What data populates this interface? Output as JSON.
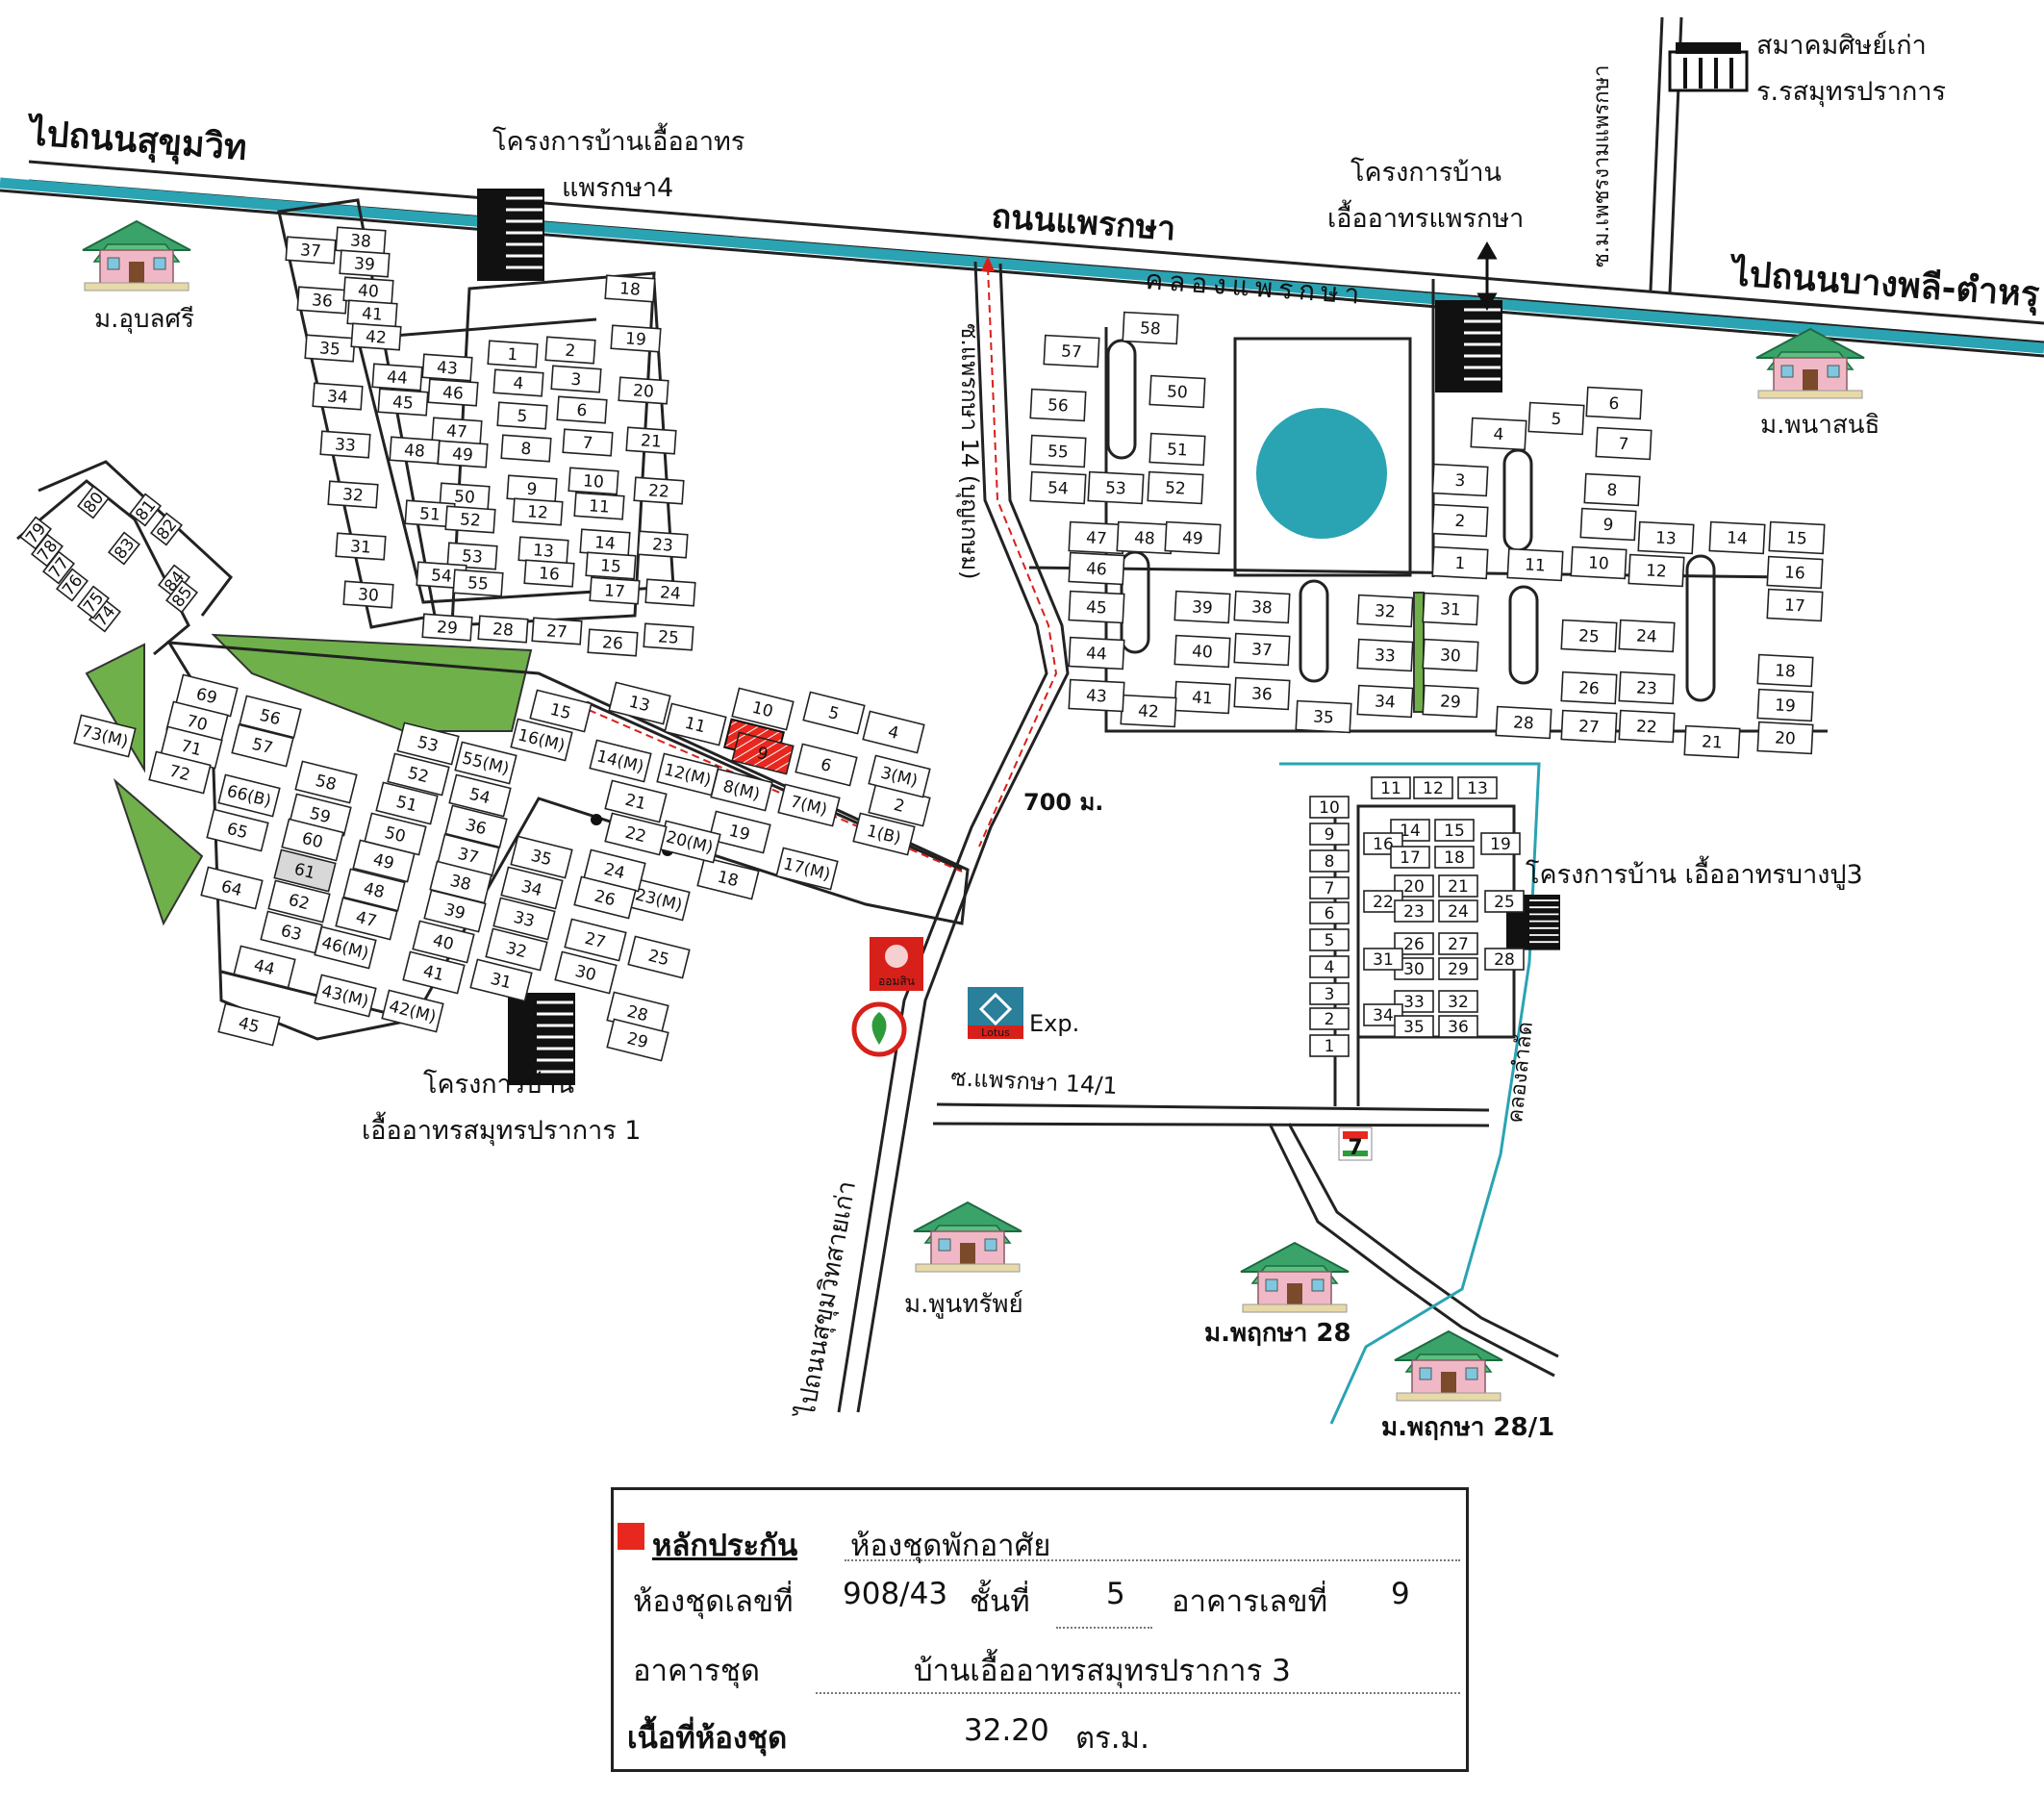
{
  "roads": {
    "to_sukhumvit": "ไปถนนสุขุมวิท",
    "phraeksa_road": "ถนนแพรกษา",
    "to_bangphli": "ไปถนนบางพลี-ตำหรุ",
    "phraeksa_canal": "คลองแพรกษา",
    "soi_phetcharam": "ซ.ม.เพชรงามแพรกษา",
    "soi_14": "ซ.แพรกษา 14 (บุญเกษม)",
    "soi_14_1": "ซ.แพรกษา 14/1",
    "old_sukhumvit": "ไปถนนสุขุมวิทสายเก่า",
    "khlong_lamkhad": "คลองลำลัด",
    "distance": "700 ม."
  },
  "places": {
    "project_phraeksa4": [
      "โครงการบ้านเอื้ออาทร",
      "แพรกษา4"
    ],
    "project_phraeksa": [
      "โครงการบ้าน",
      "เอื้ออาทรแพรกษา"
    ],
    "project_samutprakan1": [
      "โครงการบ้าน",
      "เอื้ออาทรสมุทรปราการ 1"
    ],
    "project_bangpu3": "โครงการบ้าน เอื้ออาทรบางปู3",
    "alumni": [
      "สมาคมศิษย์เก่า",
      "ร.รสมุทรปราการ"
    ],
    "village_ubonsri": "ม.อุบลศรี",
    "village_phanasonthi": "ม.พนาสนธิ",
    "village_poonsap": "ม.พูนทรัพย์",
    "village_phruksa28": "ม.พฤกษา 28",
    "village_phruksa28_1": "ม.พฤกษา 28/1",
    "bank_gsb": "ออมสิน",
    "lotus": "Lotus",
    "lotus_exp": "Exp.",
    "seven_eleven": "7"
  },
  "zones": {
    "phraeksa4": [
      "1",
      "2",
      "3",
      "4",
      "5",
      "6",
      "7",
      "8",
      "9",
      "10",
      "11",
      "12",
      "13",
      "14",
      "15",
      "16",
      "17",
      "18",
      "19",
      "20",
      "21",
      "22",
      "23",
      "24",
      "25",
      "26",
      "27",
      "28",
      "29",
      "30",
      "31",
      "32",
      "33",
      "34",
      "35",
      "36",
      "37",
      "38",
      "39",
      "40",
      "41",
      "42",
      "43",
      "44",
      "45",
      "46",
      "47",
      "48",
      "49",
      "50",
      "51",
      "52",
      "53",
      "54",
      "55"
    ],
    "left_small": [
      "74",
      "75",
      "76",
      "77",
      "78",
      "79",
      "80",
      "81",
      "82",
      "83",
      "84",
      "85"
    ],
    "samutprakan": [
      "1(B)",
      "2",
      "3(M)",
      "4",
      "5",
      "6",
      "7(M)",
      "8(M)",
      "9",
      "10",
      "11",
      "12(M)",
      "13",
      "14(M)",
      "15",
      "16(M)",
      "17(M)",
      "18",
      "19",
      "20(M)",
      "21",
      "22",
      "23(M)",
      "24",
      "25",
      "26",
      "27",
      "28",
      "29",
      "30",
      "31",
      "32",
      "33",
      "34",
      "35",
      "36",
      "37",
      "38",
      "39",
      "40",
      "41",
      "42(M)",
      "43(M)",
      "44",
      "45",
      "46(M)",
      "47",
      "48",
      "49",
      "50",
      "51",
      "52",
      "53",
      "54",
      "55(M)",
      "56",
      "57",
      "58",
      "59",
      "60",
      "61",
      "62",
      "63",
      "64",
      "65",
      "66(B)",
      "69",
      "70",
      "71",
      "72",
      "73(M)"
    ],
    "phraeksa": [
      "1",
      "2",
      "3",
      "4",
      "5",
      "6",
      "7",
      "8",
      "9",
      "10",
      "11",
      "12",
      "13",
      "14",
      "15",
      "16",
      "17",
      "18",
      "19",
      "20",
      "21",
      "22",
      "23",
      "24",
      "25",
      "26",
      "27",
      "28",
      "29",
      "30",
      "31",
      "32",
      "33",
      "34",
      "35",
      "36",
      "37",
      "38",
      "39",
      "40",
      "41",
      "42",
      "43",
      "44",
      "45",
      "46",
      "47",
      "48",
      "49",
      "50",
      "51",
      "52",
      "53",
      "54",
      "55",
      "56",
      "57",
      "58"
    ],
    "bangpu3": [
      "1",
      "2",
      "3",
      "4",
      "5",
      "6",
      "7",
      "8",
      "9",
      "10",
      "11",
      "12",
      "13",
      "14",
      "15",
      "16",
      "17",
      "18",
      "19",
      "20",
      "21",
      "22",
      "23",
      "24",
      "25",
      "26",
      "27",
      "28",
      "29",
      "30",
      "31",
      "32",
      "33",
      "34",
      "35",
      "36"
    ]
  },
  "legend": {
    "title": "หลักประกัน",
    "title_value": "ห้องชุดพักอาศัย",
    "room_no_label": "ห้องชุดเลขที่",
    "room_no": "908/43",
    "floor_label": "ชั้นที่",
    "floor": "5",
    "building_label": "อาคารเลขที่",
    "building": "9",
    "project_label": "อาคารชุด",
    "project": "บ้านเอื้ออาทรสมุทรปราการ 3",
    "area_label": "เนื้อที่ห้องชุด",
    "area": "32.20",
    "area_unit": "ตร.ม."
  },
  "colors": {
    "canal": "#2aa3b3",
    "pond": "#2aa3b3",
    "green": "#6fb04a",
    "highlight": "#e8281e",
    "roof": "#3aa36a",
    "house": "#f0b8c6"
  }
}
